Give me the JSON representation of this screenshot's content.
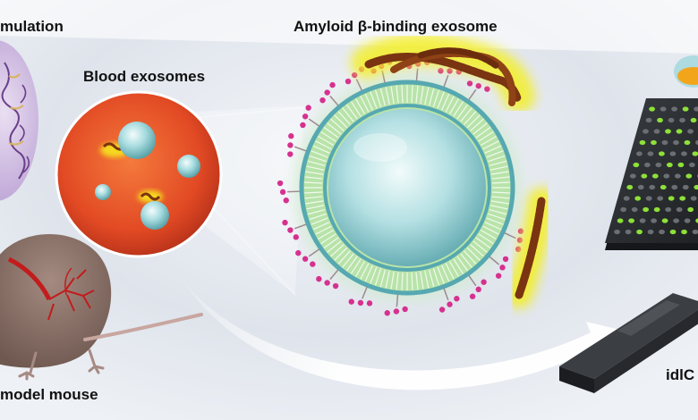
{
  "labels": {
    "accumulation": "mulation",
    "blood_exosomes": "Blood exosomes",
    "amyloid_exosome": "Amyloid β-binding exosome",
    "model_mouse": "model mouse",
    "device": "idlC"
  },
  "colors": {
    "background_wash": "#dfe4ec",
    "blood": "#e24a24",
    "exosome": "#9fd7dc",
    "membrane": "#b8e3a9",
    "amyloid": "#7a3411",
    "glow": "#f4ef1a",
    "receptor": "#d6318f",
    "chip_spot": "#8ee03a",
    "chip_body": "#2a2d30",
    "mouse": "#8c7268"
  }
}
